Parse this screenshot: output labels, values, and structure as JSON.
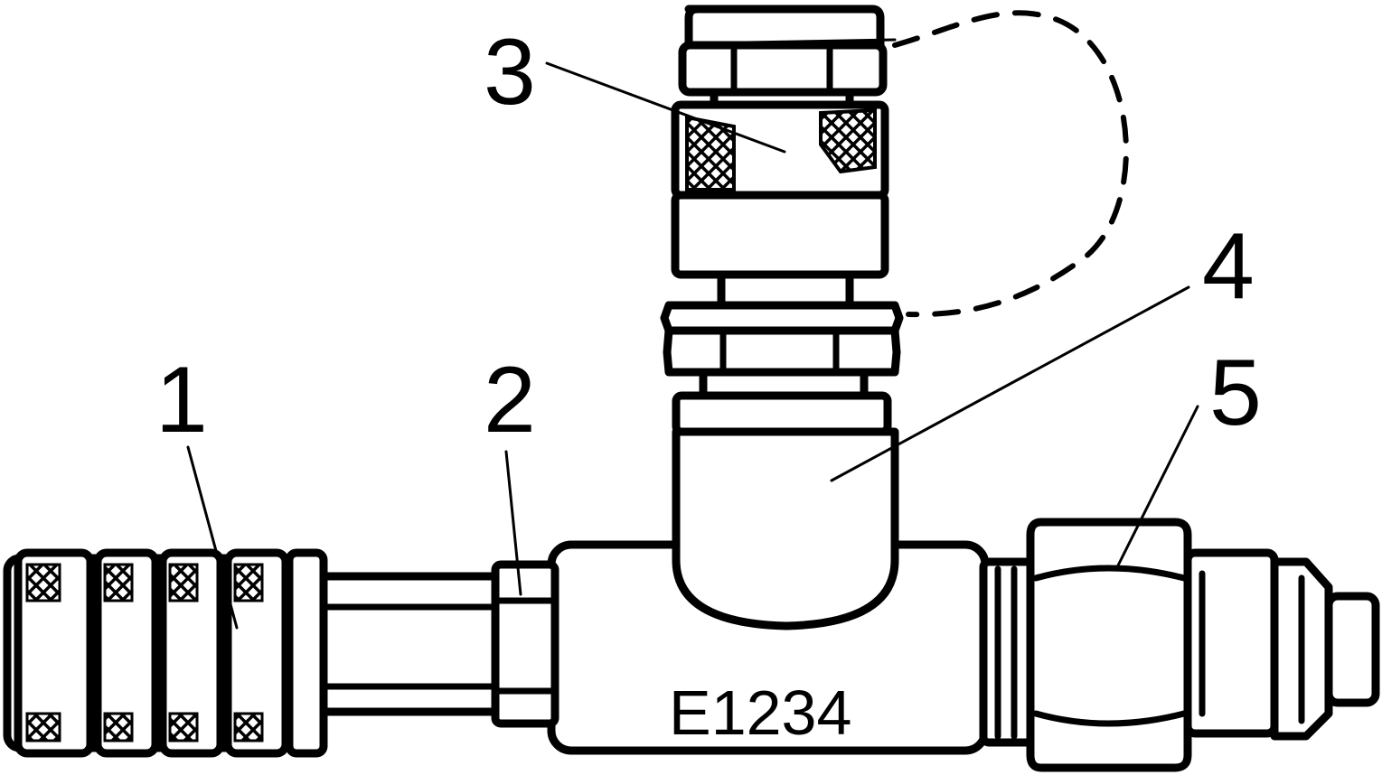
{
  "diagram": {
    "part_code": "E1234",
    "callouts": [
      {
        "id": "1",
        "label": "1"
      },
      {
        "id": "2",
        "label": "2"
      },
      {
        "id": "3",
        "label": "3"
      },
      {
        "id": "4",
        "label": "4"
      },
      {
        "id": "5",
        "label": "5"
      }
    ],
    "colors": {
      "ink": "#000000",
      "paper": "#ffffff"
    }
  }
}
